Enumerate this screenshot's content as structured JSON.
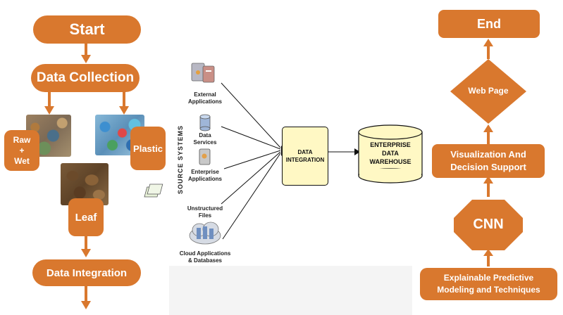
{
  "colors": {
    "orange": "#d9782e",
    "integration_box": "#fff8c4",
    "warehouse_fill": "#fff8c4"
  },
  "left_flow": {
    "start": "Start",
    "data_collection": "Data Collection",
    "raw_wet": "Raw\n+\nWet",
    "plastic": "Plastic",
    "leaf": "Leaf",
    "data_integration": "Data Integration"
  },
  "middle": {
    "source_systems_label": "SOURCE SYSTEMS",
    "sources": [
      {
        "label": "External\nApplications",
        "icon": "servers-icon"
      },
      {
        "label": "Data\nServices",
        "icon": "database-icon"
      },
      {
        "label": "Enterprise\nApplications",
        "icon": "server-icon"
      },
      {
        "label": "Unstructured\nFiles",
        "icon": "files-icon"
      },
      {
        "label": "Cloud Applications\n& Databases",
        "icon": "cloud-icon"
      }
    ],
    "integration": "DATA\nINTEGRATION",
    "warehouse": "ENTERPRISE\nDATA\nWAREHOUSE"
  },
  "right_flow": {
    "end": "End",
    "web_page": "Web Page",
    "visualization": "Visualization And\nDecision Support",
    "cnn": "CNN",
    "explainable": "Explainable Predictive\nModeling and Techniques"
  }
}
